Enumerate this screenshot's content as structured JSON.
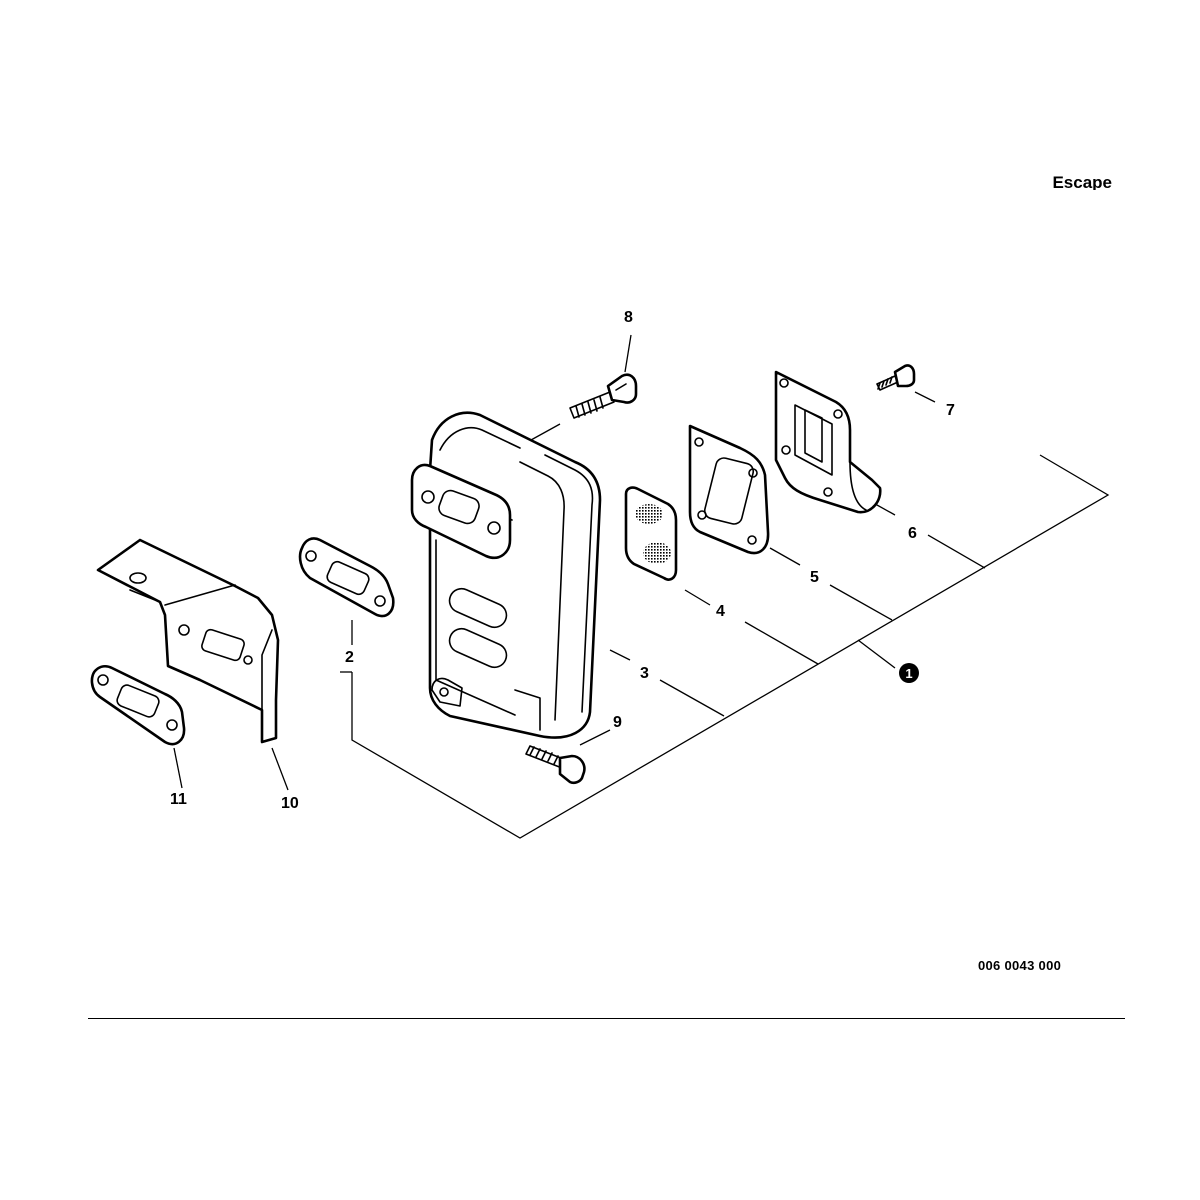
{
  "header": {
    "title": "Escape"
  },
  "footer": {
    "document_number": "006 0043 000"
  },
  "callouts": {
    "c2": "2",
    "c3": "3",
    "c4": "4",
    "c5": "5",
    "c6": "6",
    "c7": "7",
    "c8": "8",
    "c9": "9",
    "c10": "10",
    "c11": "11",
    "assembly": "1"
  }
}
